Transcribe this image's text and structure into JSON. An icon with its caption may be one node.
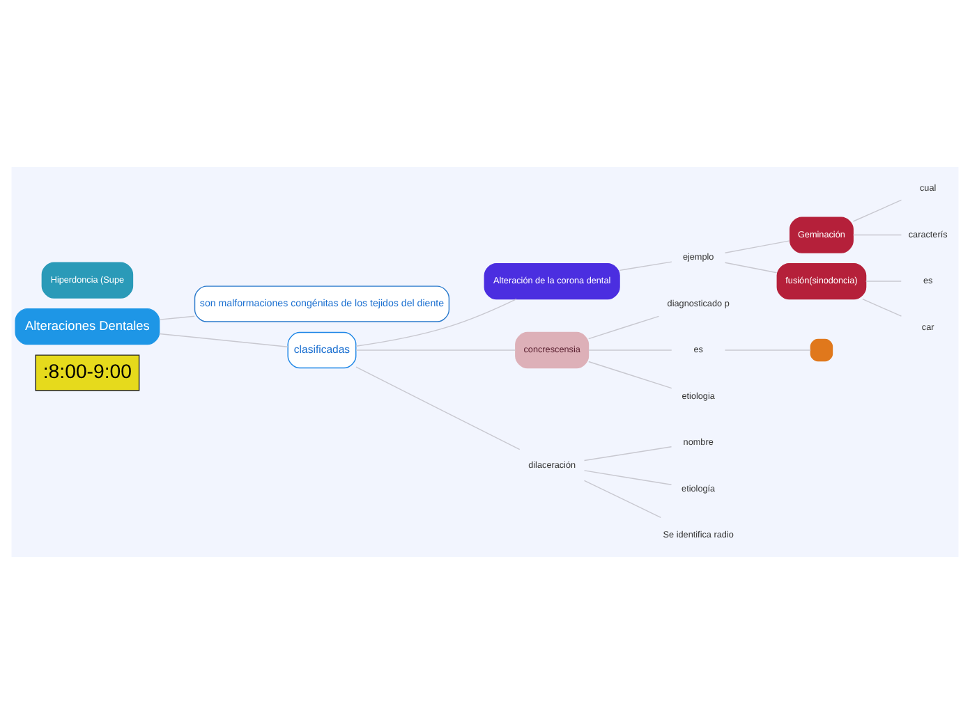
{
  "diagram": {
    "nodes": [
      {
        "text": [
          ":8:00-9:00"
        ]
      },
      {
        "text": [
          "Alteraciones Dentales"
        ]
      },
      {
        "text": [
          "son malformaciones congénitas de los tejidos del diente"
        ]
      },
      {
        "text": [
          "clasificadas"
        ]
      },
      {
        "text": [
          "Hiperdoncia (Supe"
        ]
      },
      {
        "text": [
          "Alteración de la corona dental"
        ]
      },
      {
        "text": [
          "ejemplo"
        ]
      },
      {
        "text": [
          "Geminación"
        ]
      },
      {
        "text": [
          "cual"
        ]
      },
      {
        "text": [
          "caracterís"
        ]
      },
      {
        "text": [
          "fusión(sinodoncia)"
        ]
      },
      {
        "text": [
          "es"
        ]
      },
      {
        "text": [
          "car"
        ]
      },
      {
        "text": [
          "concrescensia"
        ]
      },
      {
        "text": [
          "diagnosticado p"
        ]
      },
      {
        "text": [
          "es"
        ]
      },
      {
        "text": [],
        "shape": "box"
      },
      {
        "text": [
          "etiologia"
        ]
      },
      {
        "text": [
          "dilaceración"
        ]
      },
      {
        "text": [
          "nombre"
        ]
      },
      {
        "text": [
          "etiología"
        ]
      },
      {
        "text": [
          "Se identifica radio"
        ]
      }
    ],
    "edges": [
      {
        "from": 1,
        "to": 2,
        "arrow": "none"
      },
      {
        "from": 1,
        "to": 3,
        "arrow": "none"
      },
      {
        "from": 3,
        "to": 5,
        "arrow": "none"
      },
      {
        "from": 5,
        "to": 6,
        "arrow": "none"
      },
      {
        "from": 6,
        "to": 7,
        "arrow": "none"
      },
      {
        "from": 7,
        "to": 8,
        "arrow": "none"
      },
      {
        "from": 7,
        "to": 9,
        "arrow": "none"
      },
      {
        "from": 6,
        "to": 10,
        "arrow": "none"
      },
      {
        "from": 10,
        "to": 11,
        "arrow": "none"
      },
      {
        "from": 10,
        "to": 12,
        "arrow": "none"
      },
      {
        "from": 3,
        "to": 13,
        "arrow": "none"
      },
      {
        "from": 13,
        "to": 14,
        "arrow": "none"
      },
      {
        "from": 13,
        "to": 15,
        "arrow": "none"
      },
      {
        "from": 15,
        "to": 16,
        "arrow": "none"
      },
      {
        "from": 13,
        "to": 17,
        "arrow": "none"
      },
      {
        "from": 3,
        "to": 18,
        "arrow": "none"
      },
      {
        "from": 18,
        "to": 19,
        "arrow": "none"
      },
      {
        "from": 18,
        "to": 20,
        "arrow": "none"
      },
      {
        "from": 18,
        "to": 21,
        "arrow": "none"
      }
    ]
  }
}
